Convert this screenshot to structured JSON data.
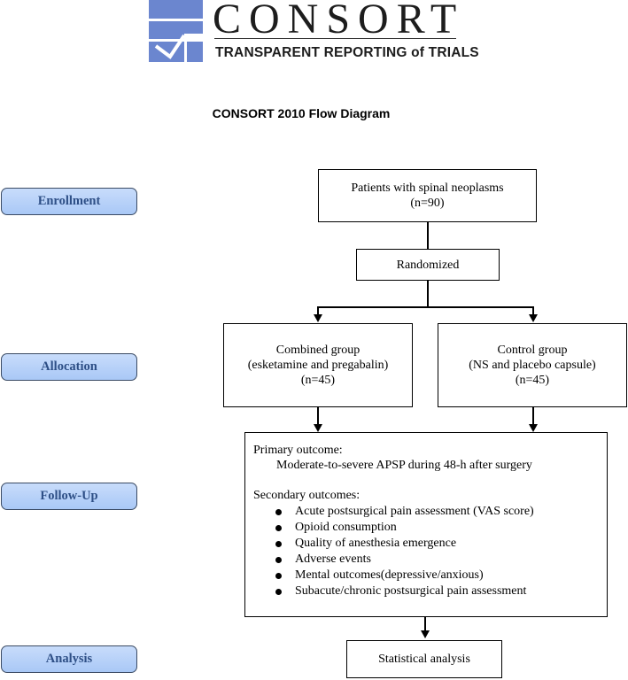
{
  "header": {
    "logo_word": "CONSORT",
    "tagline": "TRANSPARENT REPORTING of TRIALS",
    "title": "CONSORT 2010 Flow Diagram",
    "brand_color": "#6b86cf"
  },
  "stages": {
    "enrollment": "Enrollment",
    "allocation": "Allocation",
    "follow_up": "Follow-Up",
    "analysis": "Analysis"
  },
  "boxes": {
    "patients": {
      "line1": "Patients with spinal neoplasms",
      "line2": "(n=90)"
    },
    "randomized": "Randomized",
    "combined": {
      "line1": "Combined group",
      "line2": "(esketamine and pregabalin)",
      "line3": "(n=45)"
    },
    "control": {
      "line1": "Control group",
      "line2": "(NS and placebo capsule)",
      "line3": "(n=45)"
    },
    "outcomes": {
      "primary_heading": "Primary outcome:",
      "primary_text": "Moderate-to-severe APSP during 48-h after surgery",
      "secondary_heading": "Secondary outcomes:",
      "secondary_items": [
        "Acute postsurgical pain assessment (VAS score)",
        "Opioid consumption",
        "Quality of anesthesia emergence",
        "Adverse events",
        "Mental outcomes(depressive/anxious)",
        "Subacute/chronic postsurgical pain assessment"
      ]
    },
    "analysis": "Statistical analysis"
  }
}
